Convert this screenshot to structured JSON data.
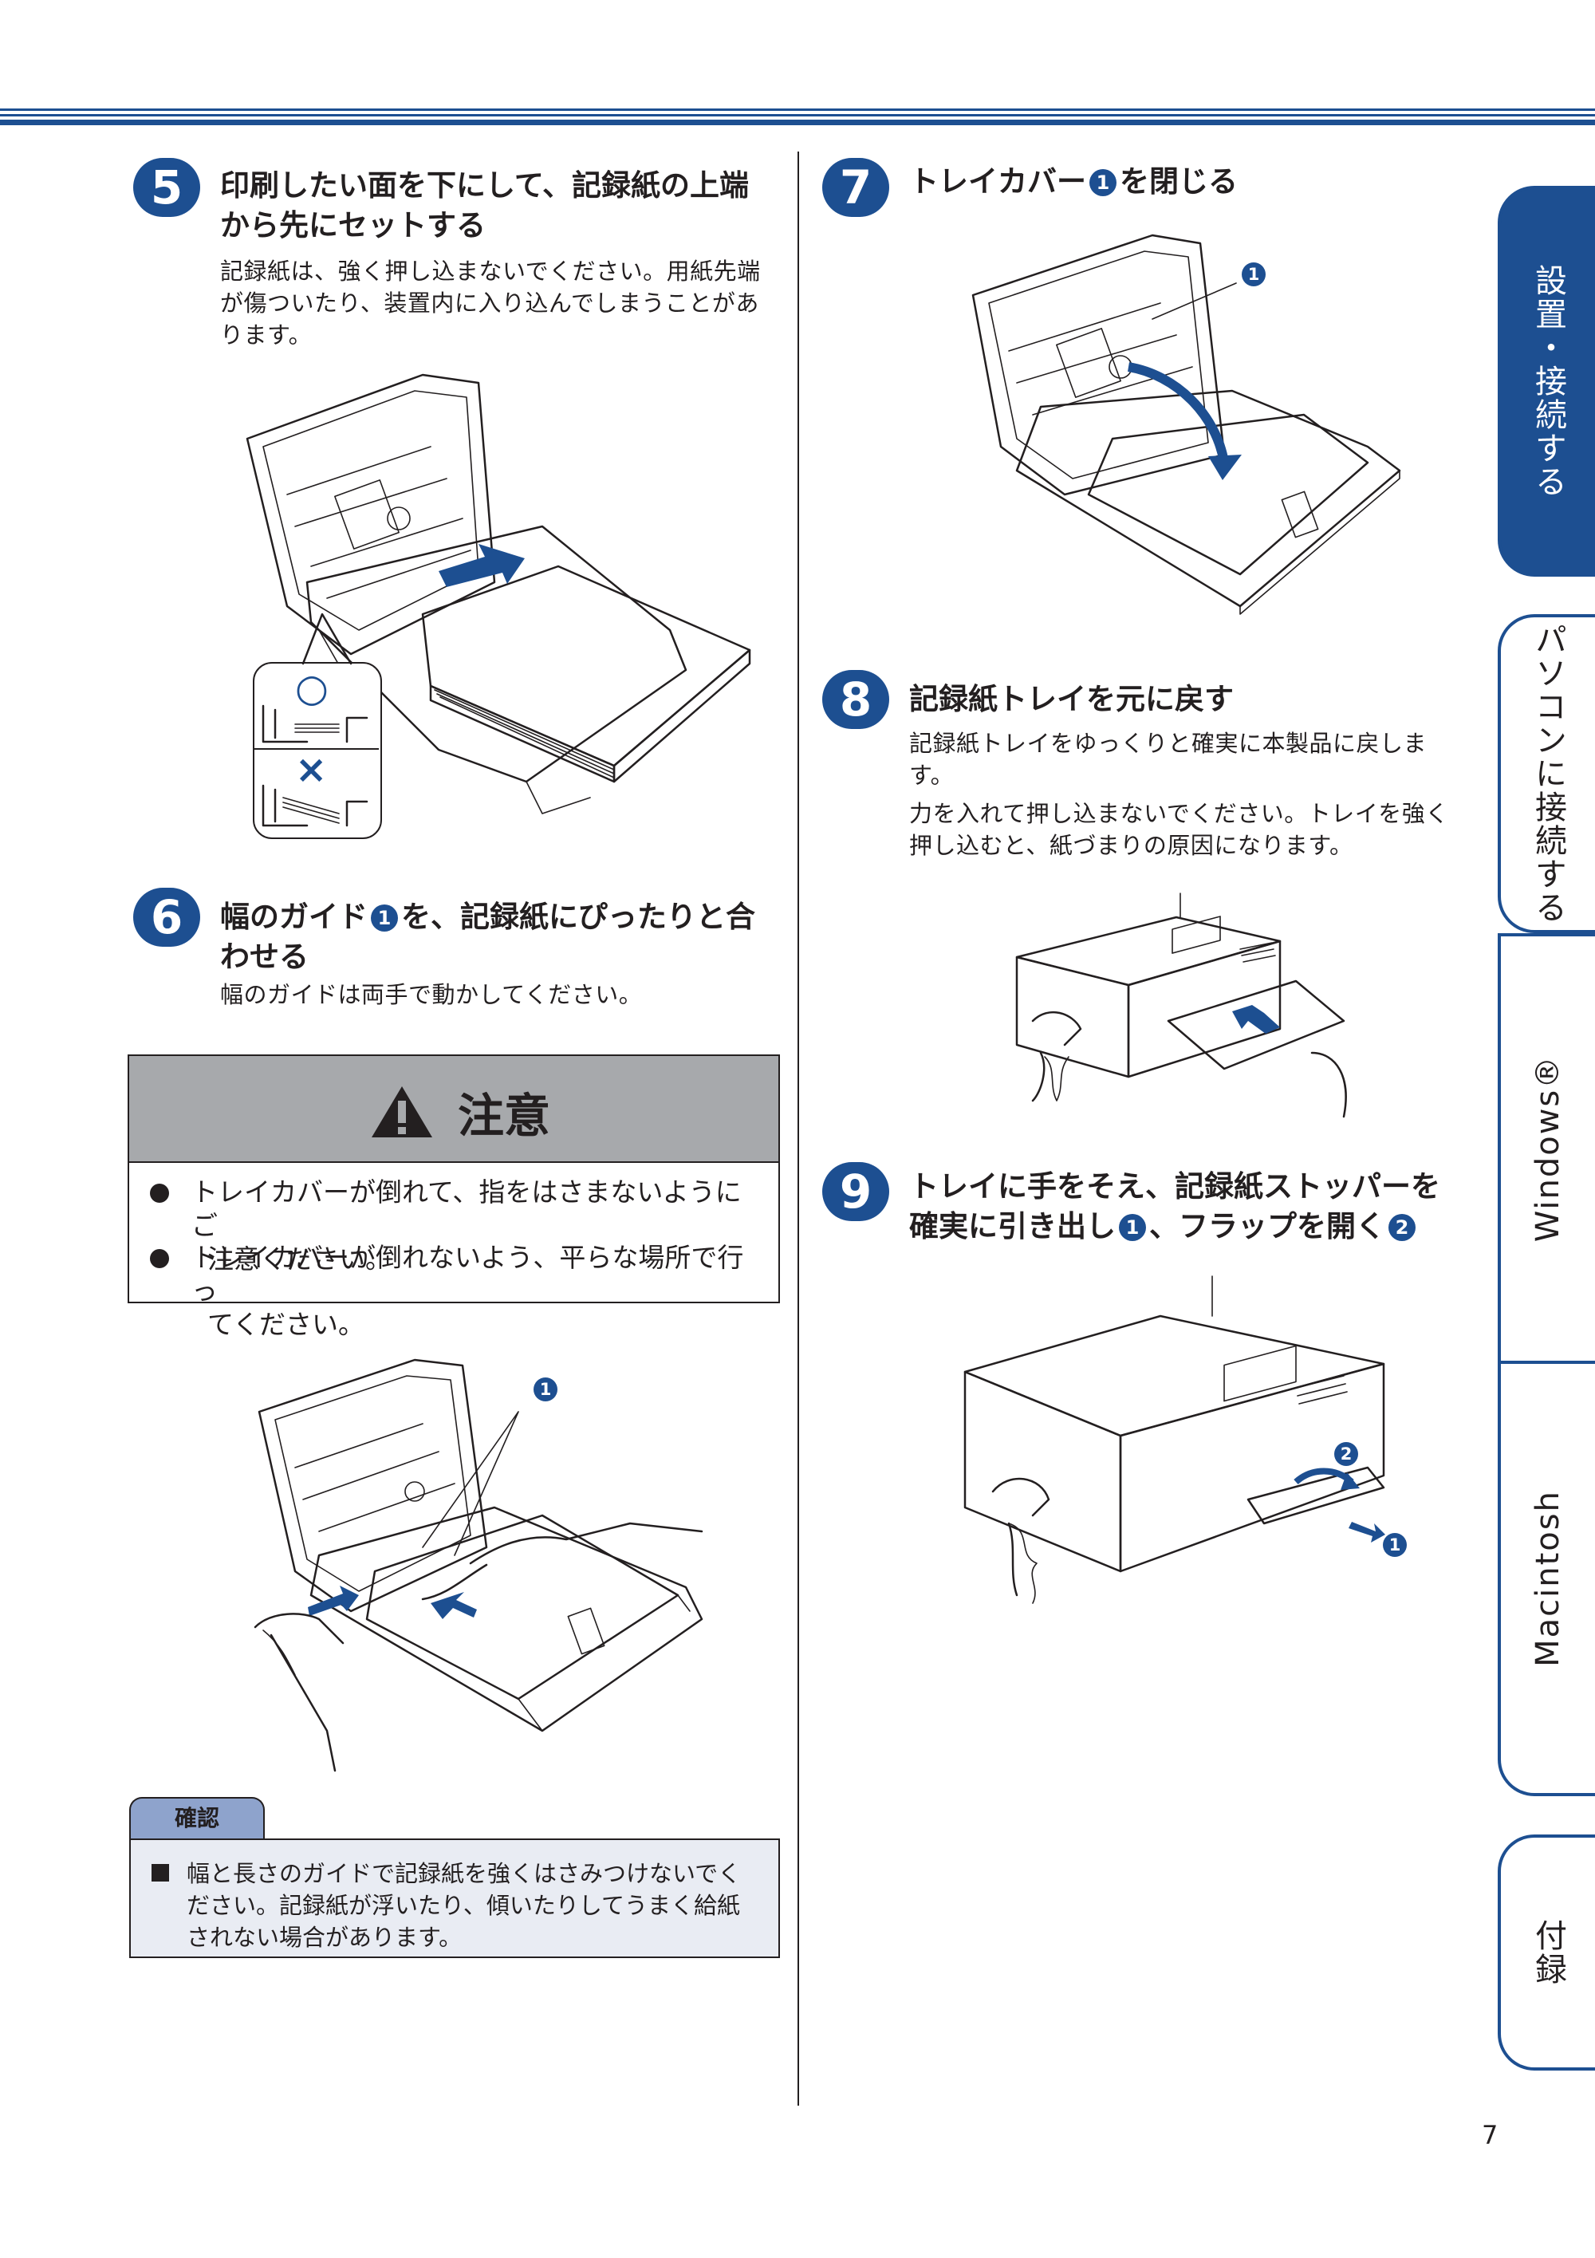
{
  "steps": {
    "s5": {
      "num": "5",
      "title1": "印刷したい面を下にして、記録紙の上端",
      "title2": "から先にセットする",
      "body1": "記録紙は、強く押し込まないでください。用紙先端",
      "body2": "が傷ついたり、装置内に入り込んでしまうことがあ",
      "body3": "ります。"
    },
    "s6": {
      "num": "6",
      "title1a": "幅のガイド",
      "title1b": "を、記録紙にぴったりと合",
      "title2": "わせる",
      "body1": "幅のガイドは両手で動かしてください。"
    },
    "s7": {
      "num": "7",
      "title_a": "トレイカバー",
      "title_b": "を閉じる"
    },
    "s8": {
      "num": "8",
      "title": "記録紙トレイを元に戻す",
      "body1": "記録紙トレイをゆっくりと確実に本製品に戻しま",
      "body2": "す。",
      "body3": "力を入れて押し込まないでください。トレイを強く",
      "body4": "押し込むと、紙づまりの原因になります。"
    },
    "s9": {
      "num": "9",
      "title1": "トレイに手をそえ、記録紙ストッパーを",
      "title2a": "確実に引き出し",
      "title2b": "、フラップを開く"
    }
  },
  "refs": {
    "r1": "1",
    "r2": "2"
  },
  "figure_marks": {
    "ok": "○",
    "ng": "×"
  },
  "caution": {
    "title": "注意",
    "item1_line1": "トレイカバーが倒れて、指をはさまないようにご",
    "item1_line2": "注意ください。",
    "item2_line1": "トレイカバーが倒れないよう、平らな場所で行っ",
    "item2_line2": "てください。"
  },
  "check": {
    "tag": "確認",
    "line1": "幅と長さのガイドで記録紙を強くはさみつけないでく",
    "line2": "ださい。記録紙が浮いたり、傾いたりしてうまく給紙",
    "line3": "されない場合があります。"
  },
  "tabs": {
    "t1": "設置・接続する",
    "t2": "パソコンに接続する",
    "t3": "Windows®",
    "t4": "Macintosh",
    "t5": "付録"
  },
  "page_number": "7",
  "colors": {
    "brand": "#1d4f91",
    "caution_gray": "#a7a9ac",
    "check_bg": "#e9ecf3",
    "check_tag": "#8ea3cc"
  }
}
